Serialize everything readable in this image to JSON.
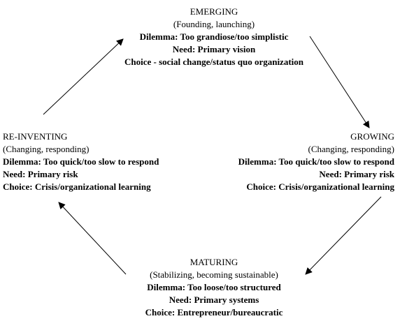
{
  "stages": {
    "emerging": {
      "title": "EMERGING",
      "subtitle": "(Founding, launching)",
      "dilemma": "Dilemma: Too grandiose/too simplistic",
      "need": "Need: Primary vision",
      "choice": "Choice - social change/status quo organization"
    },
    "growing": {
      "title": "GROWING",
      "subtitle": "(Changing, responding)",
      "dilemma": "Dilemma: Too quick/too slow to respond",
      "need": "Need: Primary risk",
      "choice": "Choice: Crisis/organizational learning"
    },
    "maturing": {
      "title": "MATURING",
      "subtitle": "(Stabilizing, becoming sustainable)",
      "dilemma": "Dilemma: Too loose/too structured",
      "need": "Need: Primary systems",
      "choice": "Choice: Entrepreneur/bureaucratic"
    },
    "reinventing": {
      "title": "RE-INVENTING",
      "subtitle": "(Changing, responding)",
      "dilemma": "Dilemma: Too quick/too slow to respond",
      "need": "Need: Primary risk",
      "choice": "Choice: Crisis/organizational learning"
    }
  },
  "colors": {
    "text": "#000000",
    "arrow": "#000000",
    "background": "#ffffff"
  }
}
